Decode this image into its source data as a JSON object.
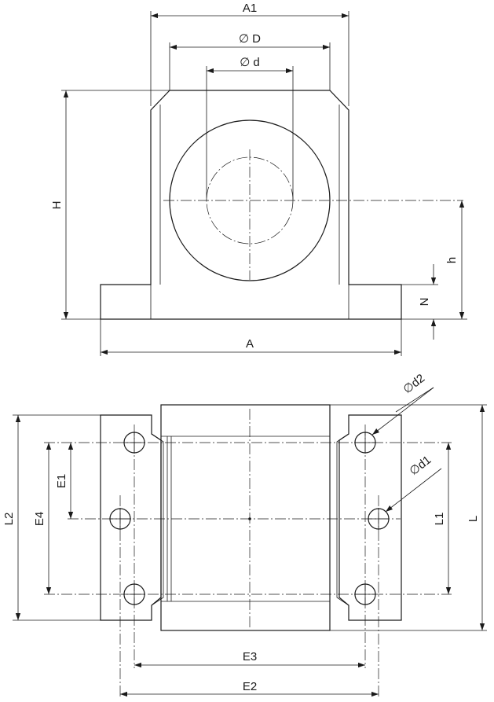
{
  "labels": {
    "a1": "A1",
    "phi_d_big": "∅ D",
    "phi_d_small": "∅ d",
    "h_big": "H",
    "h_small": "h",
    "n": "N",
    "a": "A",
    "phi_d2": "∅d2",
    "phi_d1": "∅d1",
    "l2": "L2",
    "e4": "E4",
    "e1": "E1",
    "l1": "L1",
    "l": "L",
    "e3": "E3",
    "e2": "E2"
  }
}
